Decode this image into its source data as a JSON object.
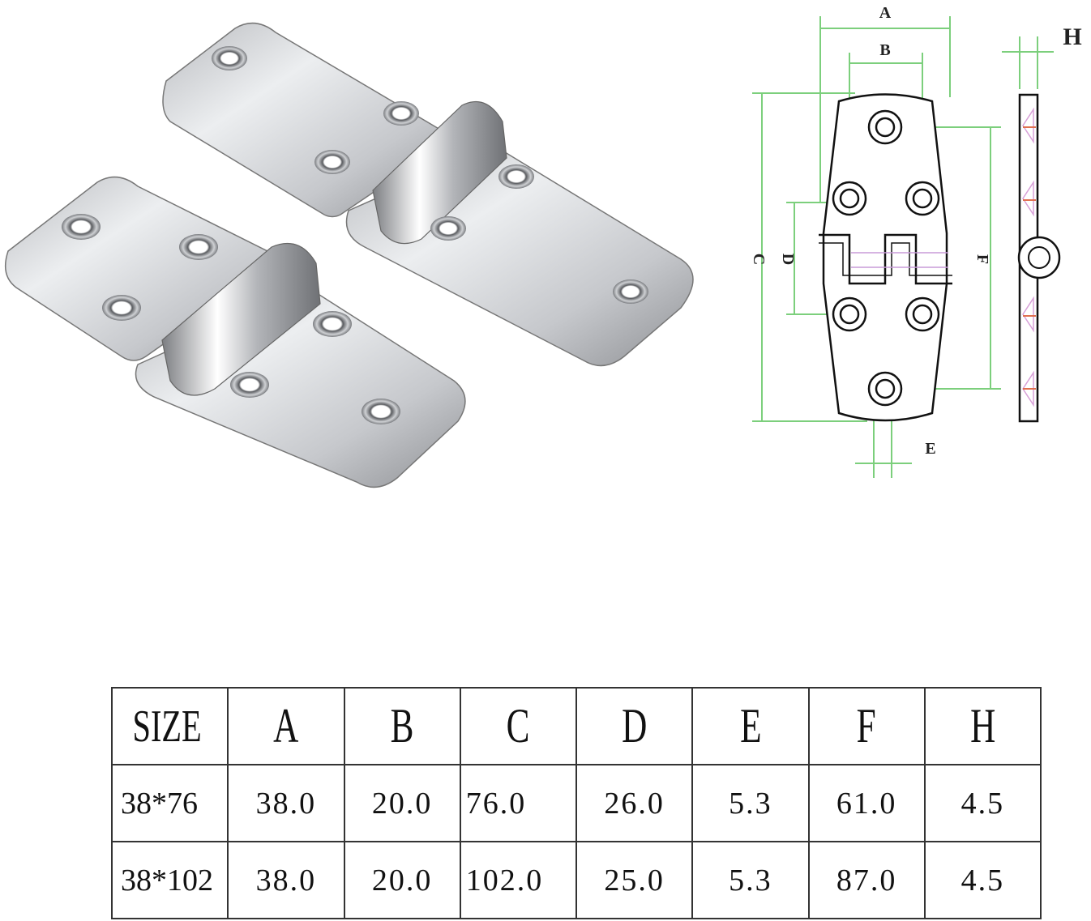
{
  "drawing_labels": {
    "A": "A",
    "B": "B",
    "C": "C",
    "D": "D",
    "E": "E",
    "F": "F",
    "H": "H"
  },
  "table": {
    "headers": [
      "SIZE",
      "A",
      "B",
      "C",
      "D",
      "E",
      "F",
      "H"
    ],
    "rows": [
      [
        "38*76",
        "38.0",
        "20.0",
        "76.0",
        "26.0",
        "5.3",
        "61.0",
        "4.5"
      ],
      [
        "38*102",
        "38.0",
        "20.0",
        "102.0",
        "25.0",
        "5.3",
        "87.0",
        "4.5"
      ]
    ]
  },
  "colors": {
    "dimension_lines": "#7ccf7c",
    "steel_light": "#e8e8ea",
    "steel_dark": "#8a8c90"
  }
}
